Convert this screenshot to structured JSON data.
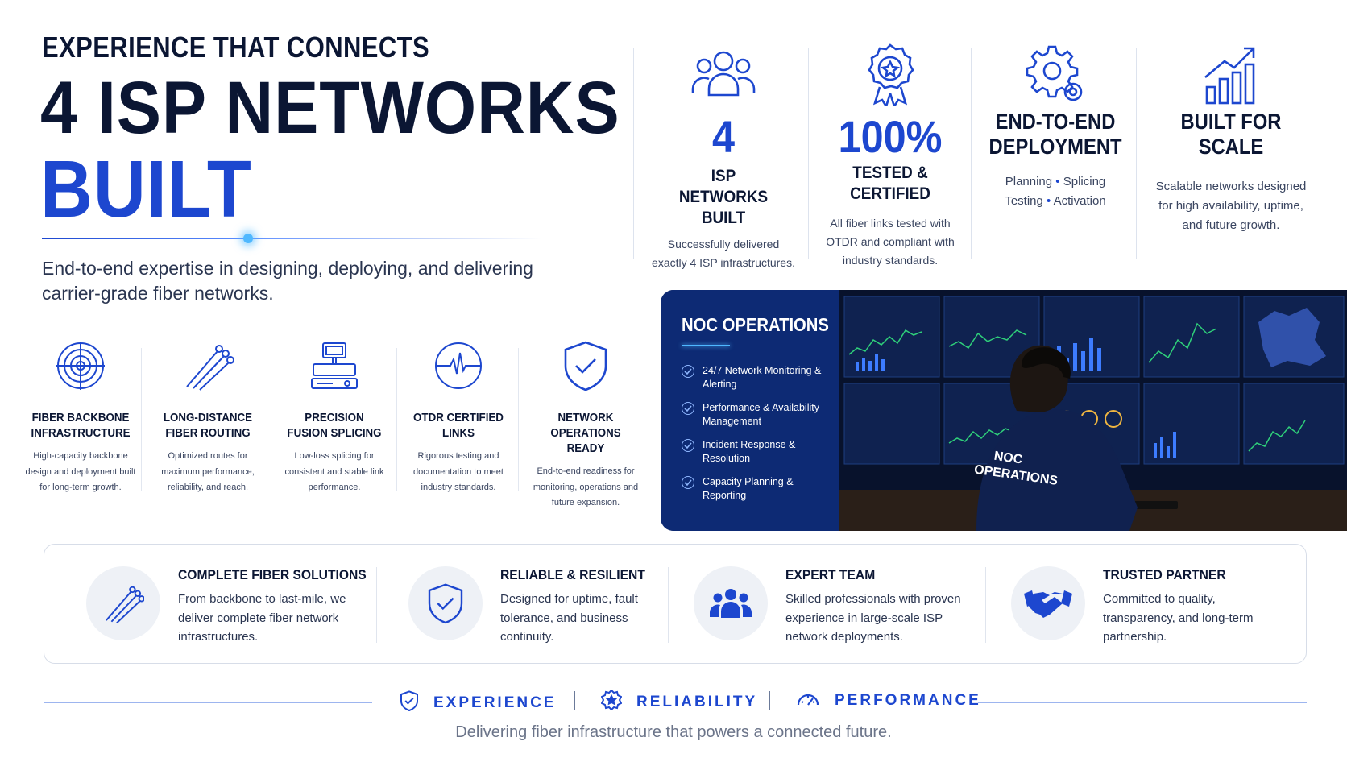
{
  "hero": {
    "eyebrow": "EXPERIENCE THAT CONNECTS",
    "headline_line1": "4 ISP NETWORKS",
    "headline_line2": "BUILT",
    "description": "End-to-end expertise in designing, deploying, and delivering carrier-grade fiber networks."
  },
  "stats": [
    {
      "icon": "users-icon",
      "number": "4",
      "title": "ISP NETWORKS BUILT",
      "description": "Successfully delivered exactly 4 ISP infrastructures."
    },
    {
      "icon": "award-icon",
      "number": "100%",
      "title": "TESTED & CERTIFIED",
      "description": "All fiber links tested with OTDR and compliant with industry standards."
    },
    {
      "icon": "gears-icon",
      "title": "END-TO-END DEPLOYMENT",
      "steps": [
        "Planning",
        "Splicing",
        "Testing",
        "Activation"
      ]
    },
    {
      "icon": "growth-chart-icon",
      "title": "BUILT FOR SCALE",
      "description": "Scalable networks designed for high availability, uptime, and future growth."
    }
  ],
  "features": [
    {
      "icon": "backbone-target-icon",
      "title": "FIBER BACKBONE INFRASTRUCTURE",
      "description": "High-capacity backbone design and deployment built for long-term growth."
    },
    {
      "icon": "fiber-cable-icon",
      "title": "LONG-DISTANCE FIBER ROUTING",
      "description": "Optimized routes for maximum performance, reliability, and reach."
    },
    {
      "icon": "fusion-splicer-icon",
      "title": "PRECISION FUSION SPLICING",
      "description": "Low-loss splicing for consistent and stable link performance."
    },
    {
      "icon": "otdr-pulse-icon",
      "title": "OTDR CERTIFIED LINKS",
      "description": "Rigorous testing and documentation to meet industry standards."
    },
    {
      "icon": "shield-check-icon",
      "title": "NETWORK OPERATIONS READY",
      "description": "End-to-end readiness for monitoring, operations and future expansion."
    }
  ],
  "noc": {
    "title": "NOC OPERATIONS",
    "items": [
      "24/7 Network Monitoring & Alerting",
      "Performance & Availability Management",
      "Incident Response & Resolution",
      "Capacity Planning & Reporting"
    ],
    "photo_jacket_text": "NOC OPERATIONS"
  },
  "solutions": [
    {
      "icon": "fiber-cable-icon",
      "title": "COMPLETE FIBER SOLUTIONS",
      "description": "From backbone to last-mile, we deliver complete fiber network infrastructures."
    },
    {
      "icon": "shield-check-icon",
      "title": "RELIABLE & RESILIENT",
      "description": "Designed for uptime, fault tolerance, and business continuity."
    },
    {
      "icon": "team-icon",
      "title": "EXPERT TEAM",
      "description": "Skilled professionals with proven experience in large-scale ISP network deployments."
    },
    {
      "icon": "handshake-icon",
      "title": "TRUSTED PARTNER",
      "description": "Committed to quality, transparency, and long-term partnership."
    }
  ],
  "footer": {
    "values": [
      {
        "icon": "shield-check-icon",
        "label": "EXPERIENCE"
      },
      {
        "icon": "star-badge-icon",
        "label": "RELIABILITY"
      },
      {
        "icon": "speedometer-icon",
        "label": "PERFORMANCE"
      }
    ],
    "tagline": "Delivering fiber infrastructure that powers a connected future."
  },
  "colors": {
    "navy": "#0b1633",
    "blue": "#1d47cf",
    "noc_panel": "#0d2a74",
    "accent_glow": "#4fb8ff"
  }
}
